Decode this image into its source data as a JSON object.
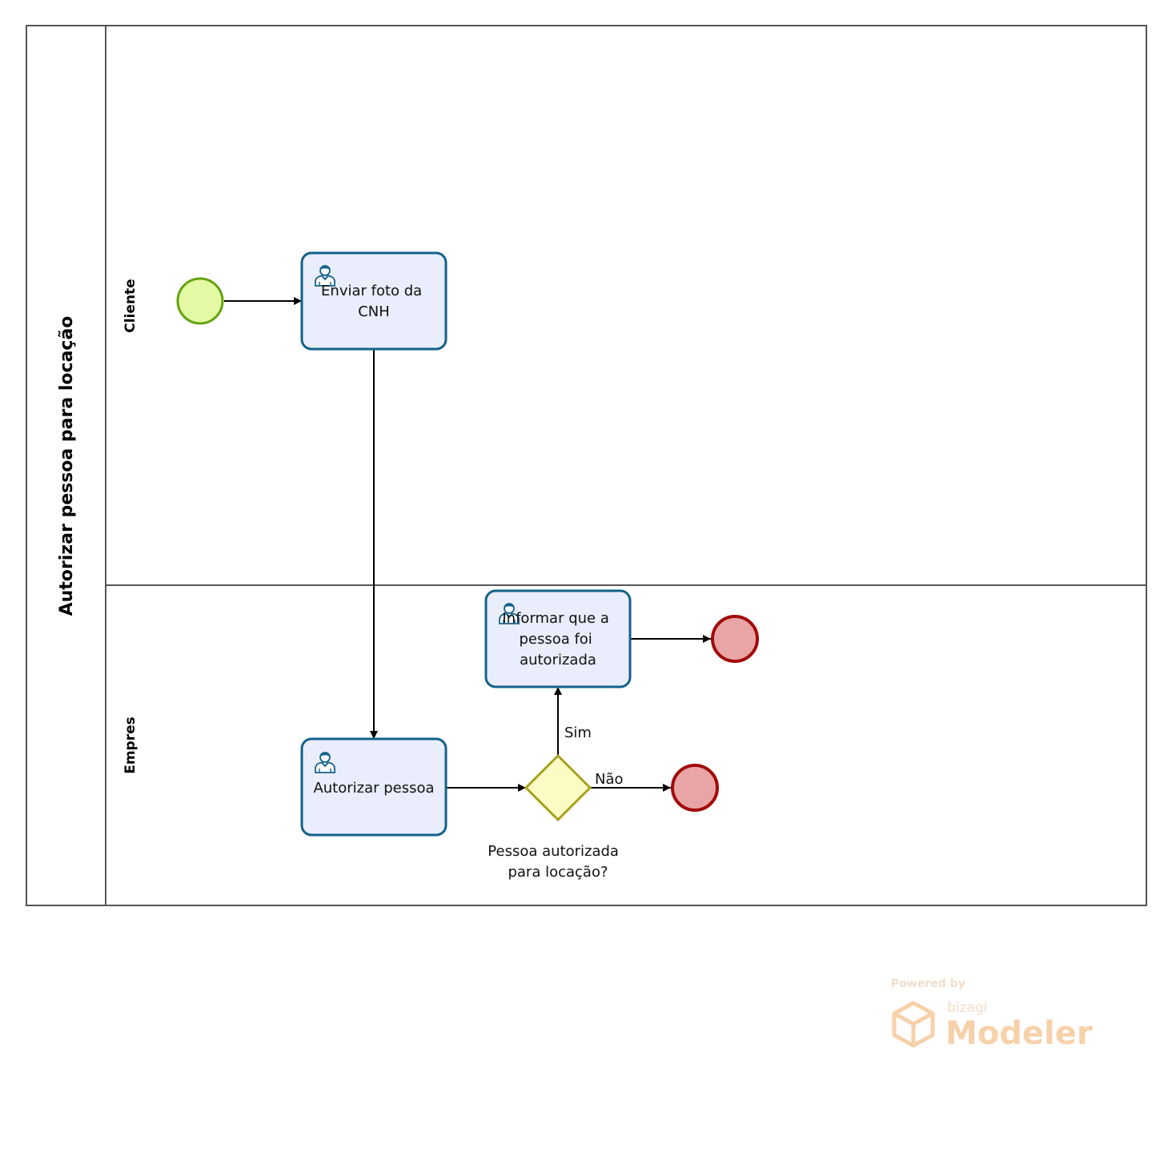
{
  "pool": {
    "title": "Autorizar pessoa para locação"
  },
  "lanes": {
    "client": "Cliente",
    "company": "Empres"
  },
  "tasks": {
    "send_photo": [
      "Enviar foto da",
      "CNH"
    ],
    "authorize": [
      "Autorizar pessoa"
    ],
    "inform": [
      "Informar que a",
      "pessoa foi",
      "autorizada"
    ]
  },
  "gateway": {
    "label": [
      "Pessoa autorizada",
      "para locação?"
    ]
  },
  "flows": {
    "yes": "Sim",
    "no": "Não"
  },
  "watermark": {
    "powered": "Powered by",
    "brand": "bizagi",
    "product": "Modeler"
  },
  "colors": {
    "task_fill": "#eaedfc",
    "task_stroke": "#13628c",
    "start_fill": "#e4f9a4",
    "start_stroke": "#62a30e",
    "end_fill": "#e9a5a5",
    "end_stroke": "#a30a0a",
    "gateway_fill": "#fdfbc4",
    "gateway_stroke": "#a6a21e",
    "watermark": "#f6c99c"
  }
}
